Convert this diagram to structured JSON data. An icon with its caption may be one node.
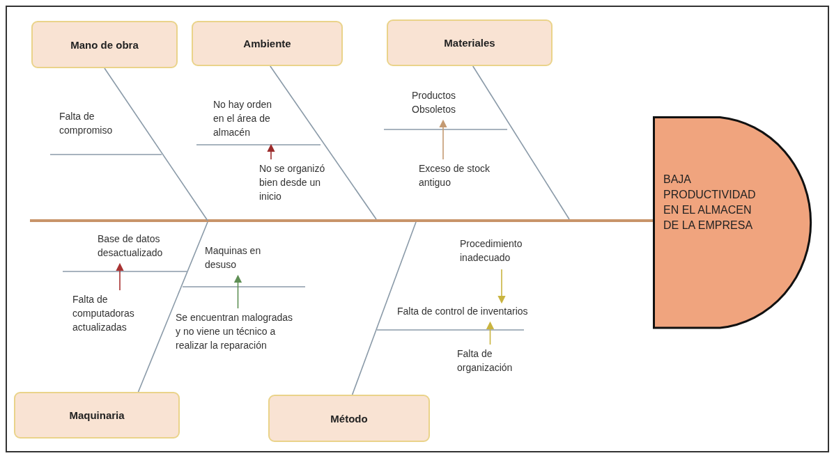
{
  "diagram": {
    "nodes": [
      {
        "text": [
          "Mano de obra"
        ]
      },
      {
        "text": [
          "Ambiente"
        ]
      },
      {
        "text": [
          "Materiales"
        ]
      },
      {
        "text": [
          "Maquinaria"
        ]
      },
      {
        "text": [
          "Método"
        ]
      },
      {
        "text": [
          "BAJA PRODUCTIVIDAD EN EL ALMACEN DE LA EMPRESA"
        ]
      },
      {
        "text": [
          "No hay orden en el área de almacén"
        ]
      },
      {
        "text": [
          "No se organizó bien desde un inicio"
        ]
      },
      {
        "text": [
          "Productos Obsoletos"
        ]
      },
      {
        "text": [
          "Exceso de stock antiguo"
        ]
      },
      {
        "text": [
          "Base de datos desactualizado"
        ]
      },
      {
        "text": [
          "Falta de computadoras actualizadas"
        ]
      },
      {
        "text": [
          "Maquinas en desuso"
        ]
      },
      {
        "text": [
          "Se encuentran malogradas y no viene un técnico a realizar la reparación"
        ]
      },
      {
        "text": [
          "Procedimiento inadecuado"
        ]
      },
      {
        "text": [
          "Falta de control de inventarios"
        ]
      },
      {
        "text": [
          "Falta de organización"
        ]
      }
    ],
    "edges": [
      {
        "from": null,
        "to": 5,
        "arrow": "none",
        "style": "thick",
        "color": "#c8946a"
      },
      {
        "from": 0,
        "to": null,
        "arrow": "none"
      },
      {
        "from": 1,
        "to": null,
        "arrow": "none"
      },
      {
        "from": 2,
        "to": null,
        "arrow": "none"
      },
      {
        "from": 3,
        "to": null,
        "arrow": "none"
      },
      {
        "from": 4,
        "to": null,
        "arrow": "none"
      },
      {
        "from": 7,
        "to": 6,
        "arrow": "to",
        "color": "#9b2b2b"
      },
      {
        "from": 9,
        "to": 8,
        "arrow": "to",
        "color": "#c49a72"
      },
      {
        "from": 11,
        "to": 10,
        "arrow": "to",
        "color": "#a83232"
      },
      {
        "from": 13,
        "to": 12,
        "arrow": "to",
        "color": "#5f8f55"
      },
      {
        "from": 14,
        "to": 15,
        "arrow": "to",
        "color": "#c9b440"
      },
      {
        "from": 16,
        "to": 15,
        "arrow": "to",
        "color": "#c9b440"
      }
    ],
    "labels": [
      "Falta de compromiso"
    ]
  }
}
